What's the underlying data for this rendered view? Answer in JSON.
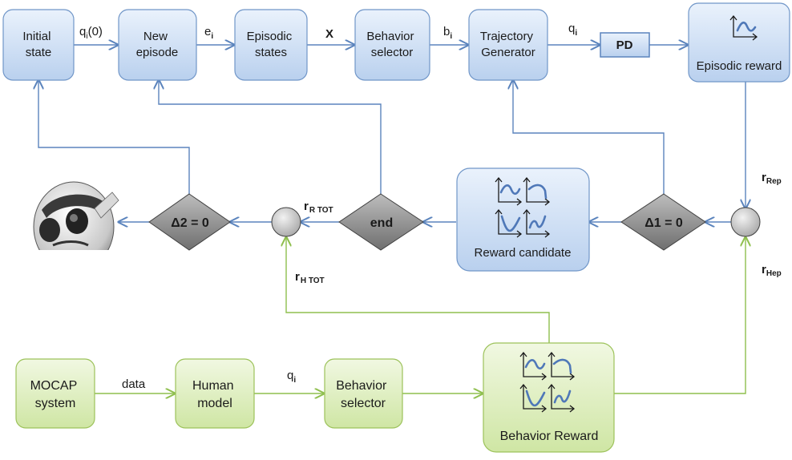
{
  "boxes": {
    "initial_state": "Initial\nstate",
    "new_episode": "New\nepisode",
    "episodic_states": "Episodic\nstates",
    "behavior_selector_top": "Behavior\nselector",
    "trajectory_generator": "Trajectory\nGenerator",
    "pd": "PD",
    "episodic_reward": "Episodic reward",
    "reward_candidate": "Reward candidate",
    "mocap_system": "MOCAP\nsystem",
    "human_model": "Human\nmodel",
    "behavior_selector_bottom": "Behavior\nselector",
    "behavior_reward": "Behavior Reward"
  },
  "decisions": {
    "delta2": "Δ2 = 0",
    "end": "end",
    "delta1": "Δ1 = 0"
  },
  "signals": {
    "qi0_main": "q",
    "qi0_sub": "i",
    "qi0_tail": "(0)",
    "ei_main": "e",
    "ei_sub": "i",
    "x": "X",
    "bi_main": "b",
    "bi_sub": "i",
    "qi_top_main": "q",
    "qi_top_sub": "i",
    "r_rtot_main": "r",
    "r_rtot_sub": "R TOT",
    "r_htot_main": "r",
    "r_htot_sub": "H TOT",
    "r_rep_main": "r",
    "r_rep_sub": "Rep",
    "r_hep_main": "r",
    "r_hep_sub": "Hep",
    "data": "data",
    "qi_bottom_main": "q",
    "qi_bottom_sub": "i"
  },
  "colors": {
    "blue_flow": "#5b84bd",
    "green_flow": "#8fbf4e",
    "blue_box_fill": "#c9dcf3",
    "green_box_fill": "#d9ecb5",
    "decision_fill": "#8a8a8a"
  },
  "icons": {
    "robot": "robot-head-icon",
    "episodic_reward": "single-curve-plot-icon",
    "reward_candidate": "four-curve-plots-icon",
    "behavior_reward": "four-curve-plots-icon"
  }
}
